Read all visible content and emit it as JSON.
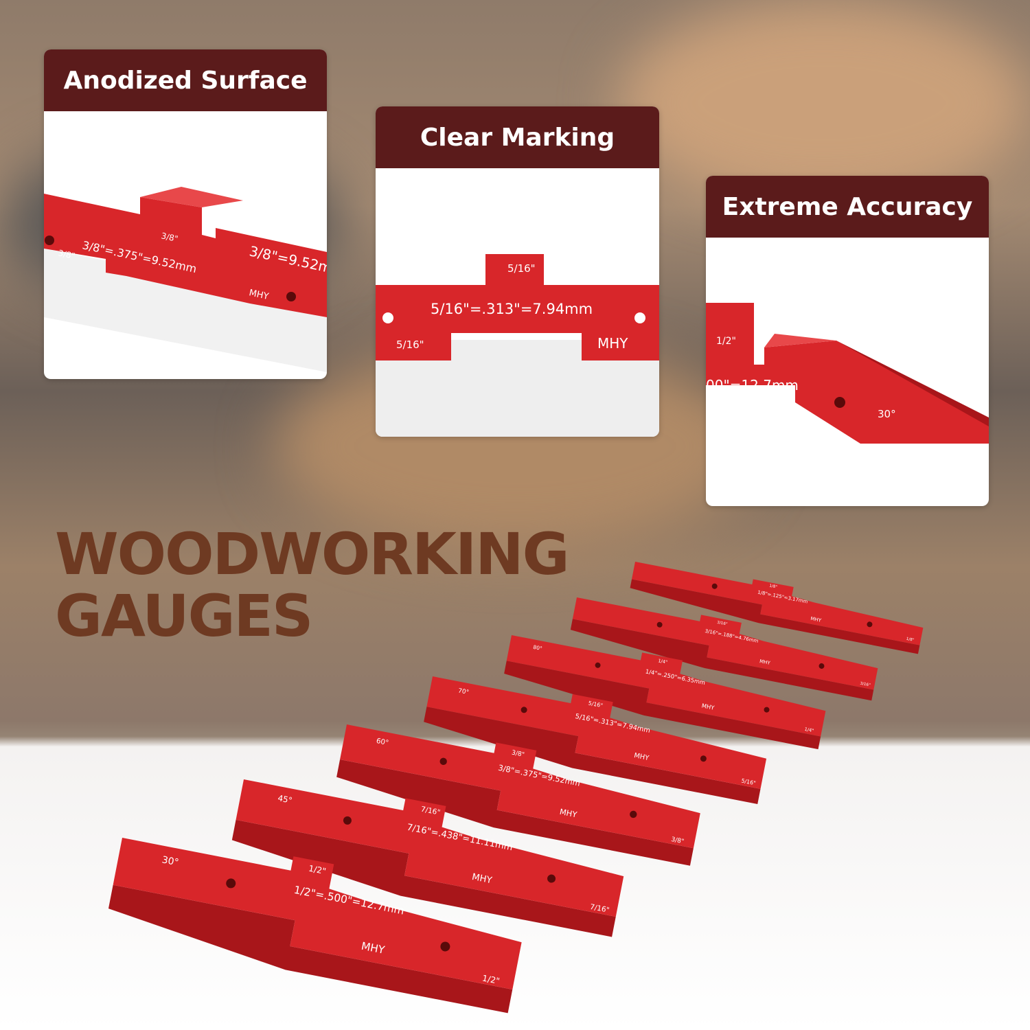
{
  "panels": [
    {
      "title": "Anodized Surface",
      "markings": [
        "3/8\"=.375\"=9.52mm",
        "3/8\"",
        "3/8\"",
        "3/8\"=9.52m",
        "MHY"
      ]
    },
    {
      "title": "Clear Marking",
      "markings": [
        "5/16\"=.313\"=7.94mm",
        "5/16\"",
        "5/16\"",
        "MHY"
      ]
    },
    {
      "title": "Extreme Accuracy",
      "markings": [
        "00\"=12.7mm",
        "1/2\"",
        "30°"
      ]
    }
  ],
  "headline": {
    "line1": "WOODWORKING",
    "line2": "GAUGES"
  },
  "gauges": [
    {
      "size": "1/8\"",
      "label": "1/8\"=.125\"=3.17mm",
      "angle": ""
    },
    {
      "size": "3/16\"",
      "label": "3/16\"=.188\"=4.76mm",
      "angle": ""
    },
    {
      "size": "1/4\"",
      "label": "1/4\"=.250\"=6.35mm",
      "angle": "80°"
    },
    {
      "size": "5/16\"",
      "label": "5/16\"=.313\"=7.94mm",
      "angle": "70°"
    },
    {
      "size": "3/8\"",
      "label": "3/8\"=.375\"=9.52mm",
      "angle": "60°"
    },
    {
      "size": "7/16\"",
      "label": "7/16\"=.438\"=11.11mm",
      "angle": "45°"
    },
    {
      "size": "1/2\"",
      "label": "1/2\"=.500\"=12.7mm",
      "angle": "30°"
    }
  ],
  "brand": "MHY",
  "colors": {
    "header": "#5b1b1b",
    "gauge_red": "#d8262a",
    "headline": "#6e3a22"
  }
}
